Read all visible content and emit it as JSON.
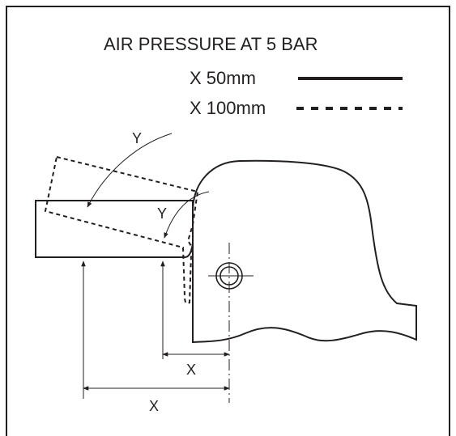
{
  "diagram": {
    "title": "AIR PRESSURE AT 5 BAR",
    "legend": [
      {
        "label": "X  50mm",
        "style": "solid"
      },
      {
        "label": "X 100mm",
        "style": "dashed"
      }
    ],
    "labels": {
      "y_upper": "Y",
      "y_lower": "Y",
      "x_short": "X",
      "x_long": "X"
    },
    "colors": {
      "ink": "#231f20",
      "background": "#ffffff"
    }
  }
}
